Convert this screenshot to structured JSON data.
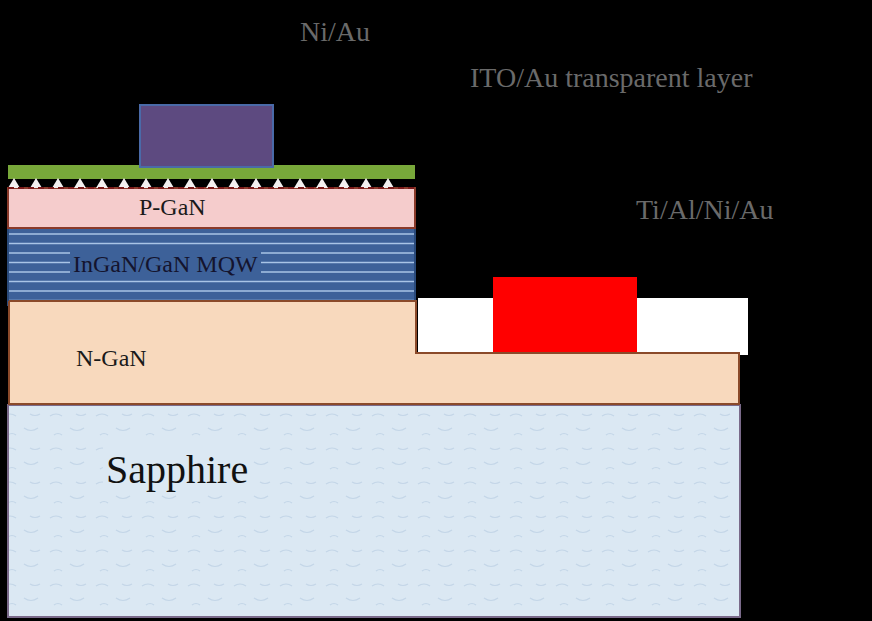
{
  "diagram": {
    "nodes": [
      {
        "text": [
          "P-GaN"
        ]
      },
      {
        "text": [
          "InGaN/GaN MQW"
        ]
      },
      {
        "text": [
          "N-GaN"
        ]
      },
      {
        "text": [
          "Sapphire"
        ]
      }
    ],
    "labels": [
      "Ni/Au",
      "ITO/Au transparent layer",
      "Ti/Al/Ni/Au"
    ]
  }
}
